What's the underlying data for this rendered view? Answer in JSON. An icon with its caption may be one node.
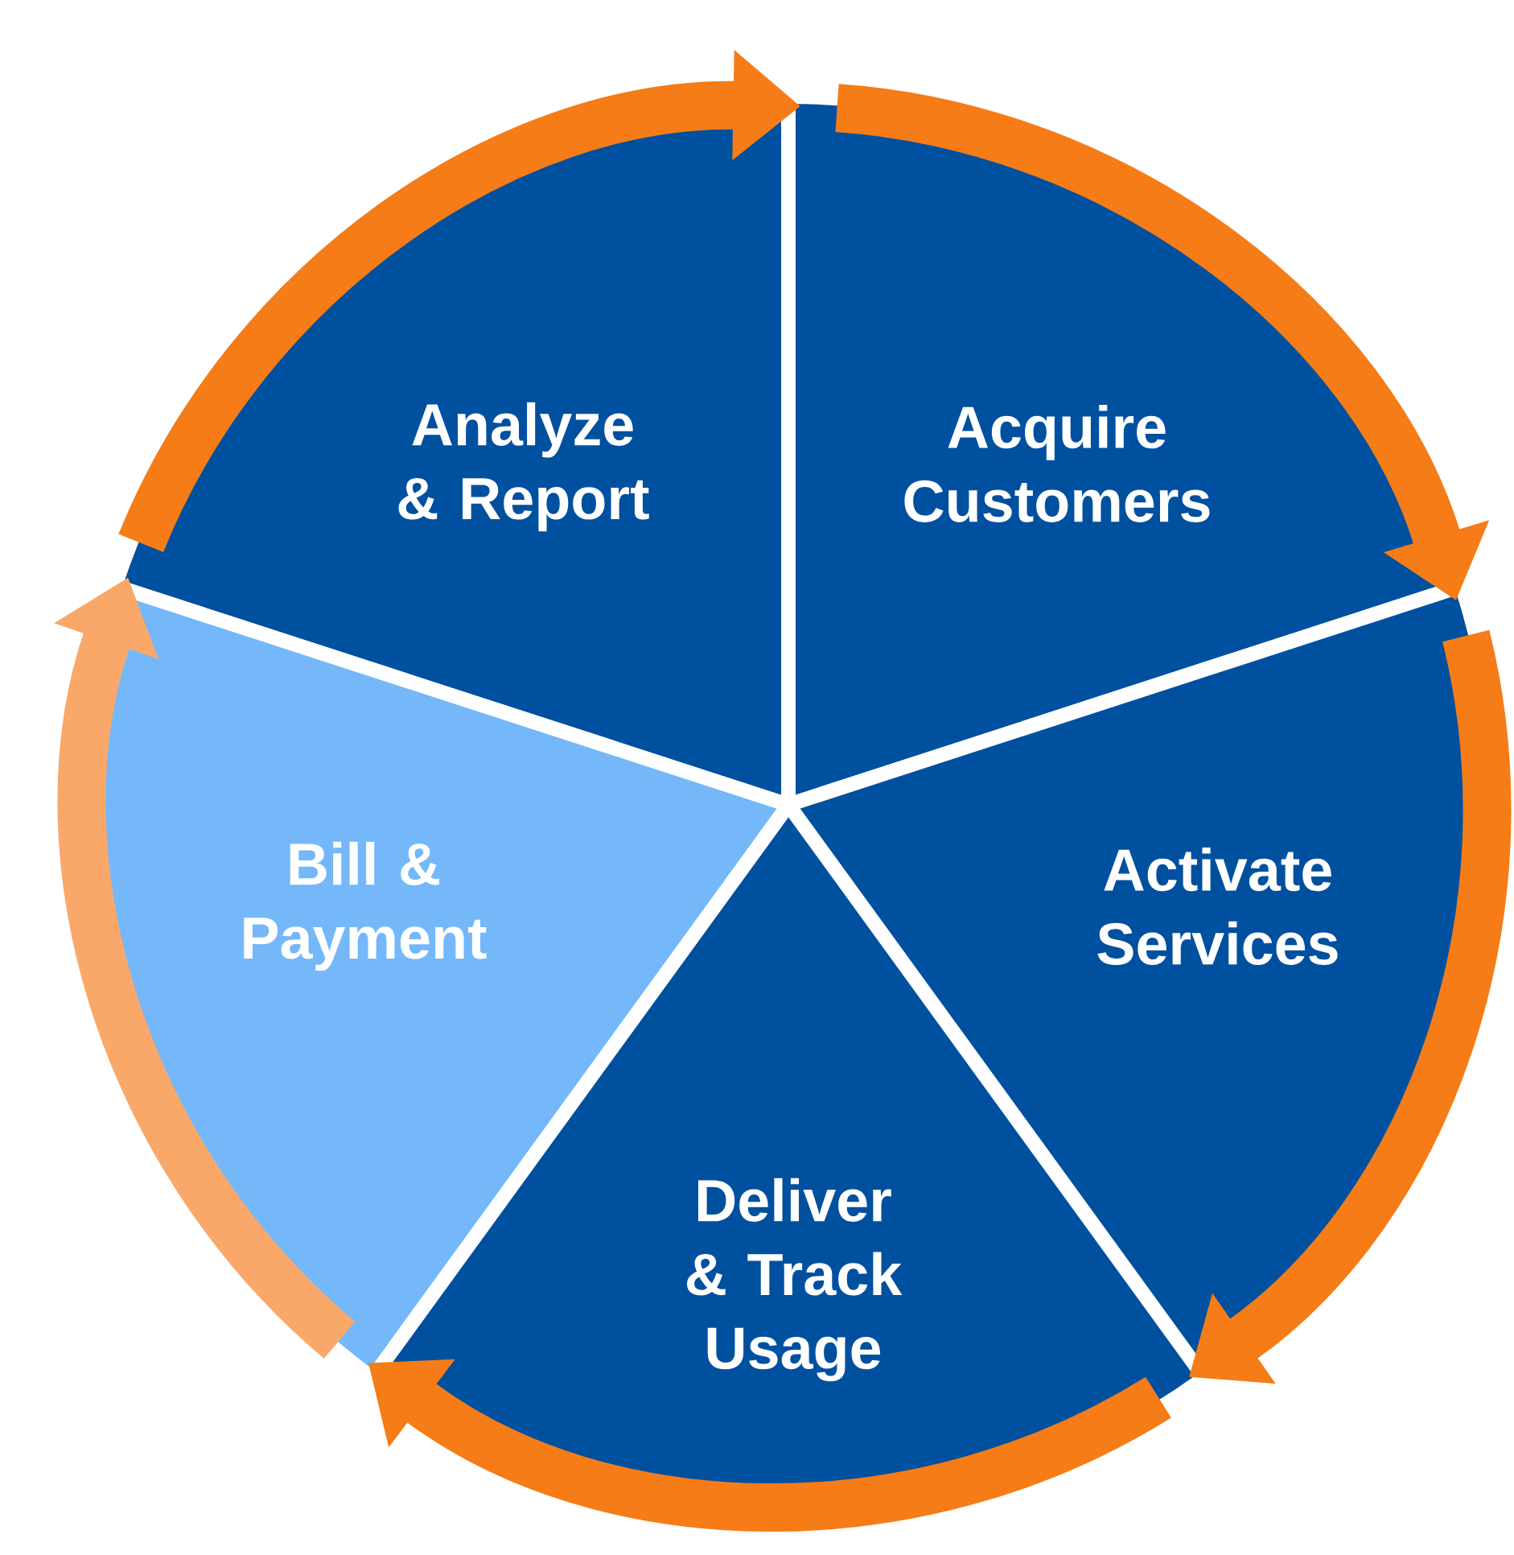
{
  "diagram": {
    "nodes": [
      {
        "text": [
          "Analyze & Report"
        ]
      },
      {
        "text": [
          "Acquire Customers"
        ]
      },
      {
        "text": [
          "Activate Services"
        ]
      },
      {
        "text": [
          "Deliver & Track Usage"
        ]
      },
      {
        "text": [
          "Bill & Payment"
        ]
      }
    ],
    "edges": [
      {
        "from": 0,
        "to": 1,
        "arrow": "to"
      },
      {
        "from": 1,
        "to": 2,
        "arrow": "to"
      },
      {
        "from": 2,
        "to": 3,
        "arrow": "to"
      },
      {
        "from": 3,
        "to": 4,
        "arrow": "to"
      },
      {
        "from": 4,
        "to": 0,
        "arrow": "to",
        "color": "#f9a86a"
      }
    ]
  }
}
